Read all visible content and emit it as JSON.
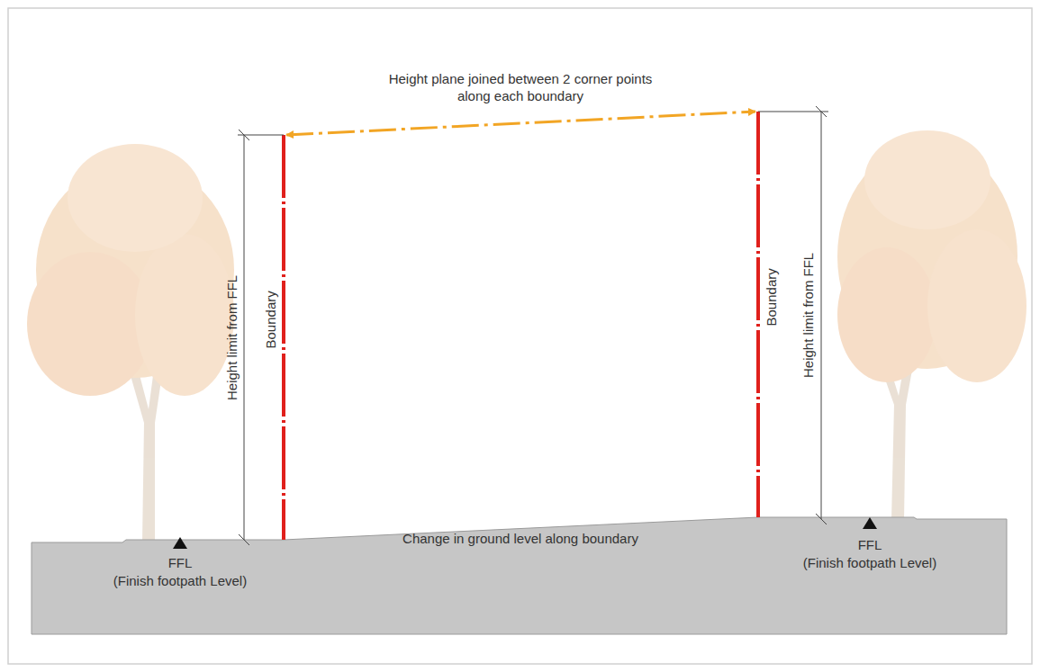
{
  "diagram": {
    "labels": [
      "Height plane joined between 2 corner points along each boundary",
      "Height limit from FFL",
      "Boundary",
      "Boundary",
      "Height limit from FFL",
      "Change in ground level along boundary",
      "FFL",
      "(Finish footpath Level)",
      "FFL",
      "(Finish footpath Level)"
    ]
  }
}
